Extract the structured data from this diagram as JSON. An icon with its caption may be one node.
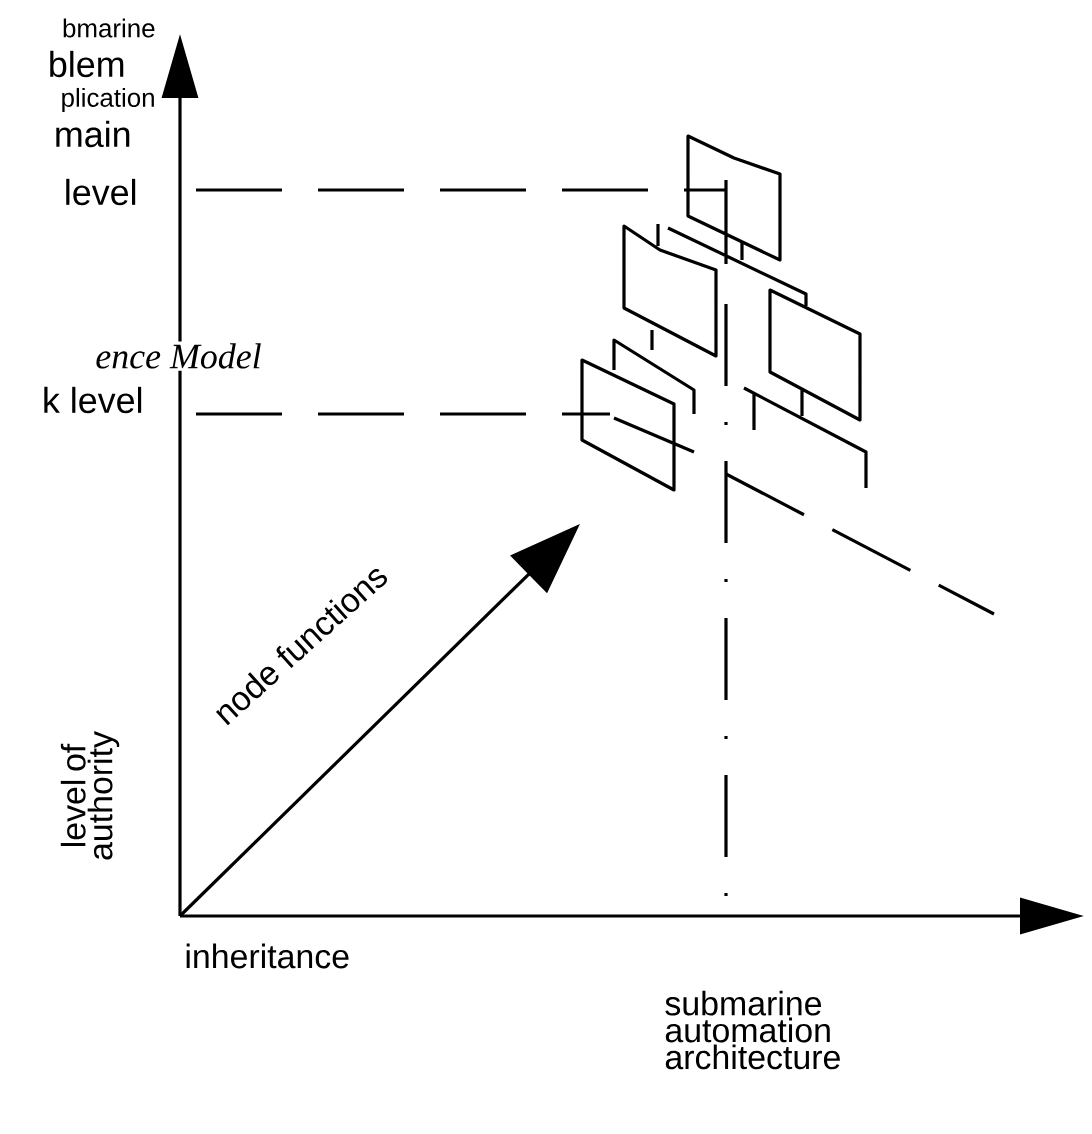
{
  "diagram": {
    "labels": [
      "bmarine",
      "blem",
      "plication",
      "main",
      "level",
      "ence Model",
      "k level",
      "node functions",
      "level of authority",
      "inheritance",
      "submarine automation architecture"
    ]
  }
}
